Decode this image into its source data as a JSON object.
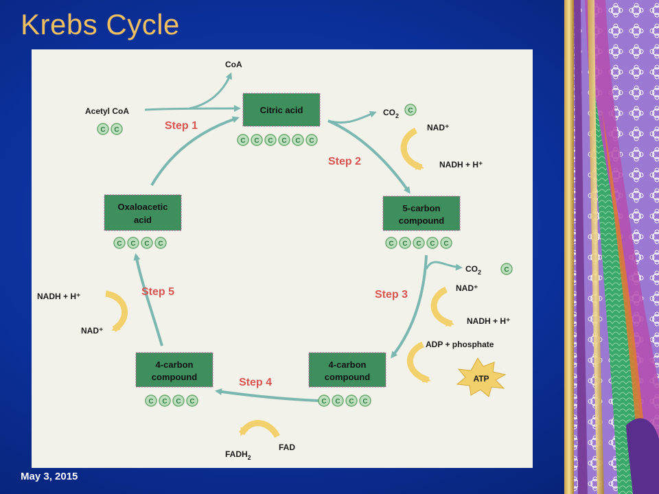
{
  "slide": {
    "title": "Krebs Cycle",
    "date": "May 3, 2015"
  },
  "colors": {
    "slide_bg": "#0b2f98",
    "title": "#f0c060",
    "panel": "#f2f2ea",
    "box": "#3f8f5e",
    "arrow": "#7bb7b1",
    "step_text": "#d9534f",
    "yellow_arrow": "#f2d06b"
  },
  "diagram": {
    "compounds": {
      "citric_acid": {
        "label_1": "Citric acid",
        "carbon_count": 6
      },
      "five_carbon": {
        "label_1": "5-carbon",
        "label_2": "compound",
        "carbon_count": 5
      },
      "four_carbon_right": {
        "label_1": "4-carbon",
        "label_2": "compound",
        "carbon_count": 4
      },
      "four_carbon_left": {
        "label_1": "4-carbon",
        "label_2": "compound",
        "carbon_count": 4
      },
      "oxaloacetic": {
        "label_1": "Oxaloacetic",
        "label_2": "acid",
        "carbon_count": 4
      },
      "acetyl_coa": {
        "label": "Acetyl CoA",
        "carbon_count": 2
      }
    },
    "carbon_symbol": "C",
    "steps": {
      "step1": "Step 1",
      "step2": "Step 2",
      "step3": "Step 3",
      "step4": "Step 4",
      "step5": "Step 5"
    },
    "molecules": {
      "coa": "CoA",
      "co2_a_base": "CO",
      "co2_a_sub": "2",
      "co2_b_base": "CO",
      "co2_b_sub": "2",
      "nad_a": "NAD⁺",
      "nadh_a": "NADH + H⁺",
      "nad_b": "NAD⁺",
      "nadh_b": "NADH + H⁺",
      "adp": "ADP + phosphate",
      "atp": "ATP",
      "fad": "FAD",
      "fadh2_base": "FADH",
      "fadh2_sub": "2",
      "nadh_c": "NADH + H⁺",
      "nad_c": "NAD⁺"
    }
  }
}
